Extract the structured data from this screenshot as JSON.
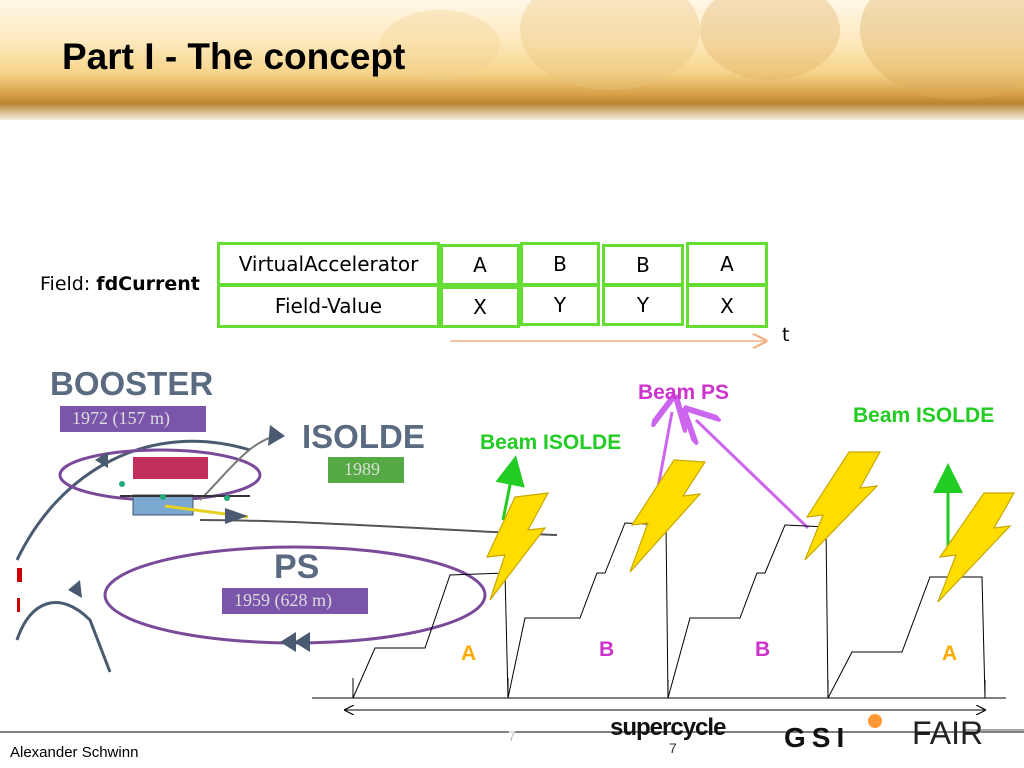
{
  "header": {
    "title": "Part I - The concept"
  },
  "field": {
    "prefix": "Field: ",
    "name": "fdCurrent"
  },
  "table": {
    "row_headers": [
      "VirtualAccelerator",
      "Field-Value"
    ],
    "columns": [
      {
        "accelerator": "A",
        "value": "X"
      },
      {
        "accelerator": "B",
        "value": "Y"
      },
      {
        "accelerator": "B",
        "value": "Y"
      },
      {
        "accelerator": "A",
        "value": "X"
      }
    ],
    "time_label": "t"
  },
  "machines": {
    "booster": {
      "name": "BOOSTER",
      "year": "1972 (157 m)"
    },
    "isolde": {
      "name": "ISOLDE",
      "year": "1989"
    },
    "ps": {
      "name": "PS",
      "year": "1959 (628 m)"
    }
  },
  "beams": {
    "ps": "Beam PS",
    "isolde_left": "Beam ISOLDE",
    "isolde_right": "Beam ISOLDE"
  },
  "cycles": [
    "A",
    "B",
    "B",
    "A"
  ],
  "colors": {
    "green": "#66dd33",
    "beam_green": "#22cc22",
    "magenta": "#cc33cc",
    "orange": "#ff9900",
    "bolt": "#ffdd00",
    "label_orange": "#ffaa00"
  },
  "footer": {
    "author": "Alexander Schwinn",
    "page": "7",
    "page_ghost": "7",
    "logo_super": "super",
    "logo_cycle": "cycle",
    "logo_gsi": "GSI",
    "logo_fair": "FAIR"
  }
}
